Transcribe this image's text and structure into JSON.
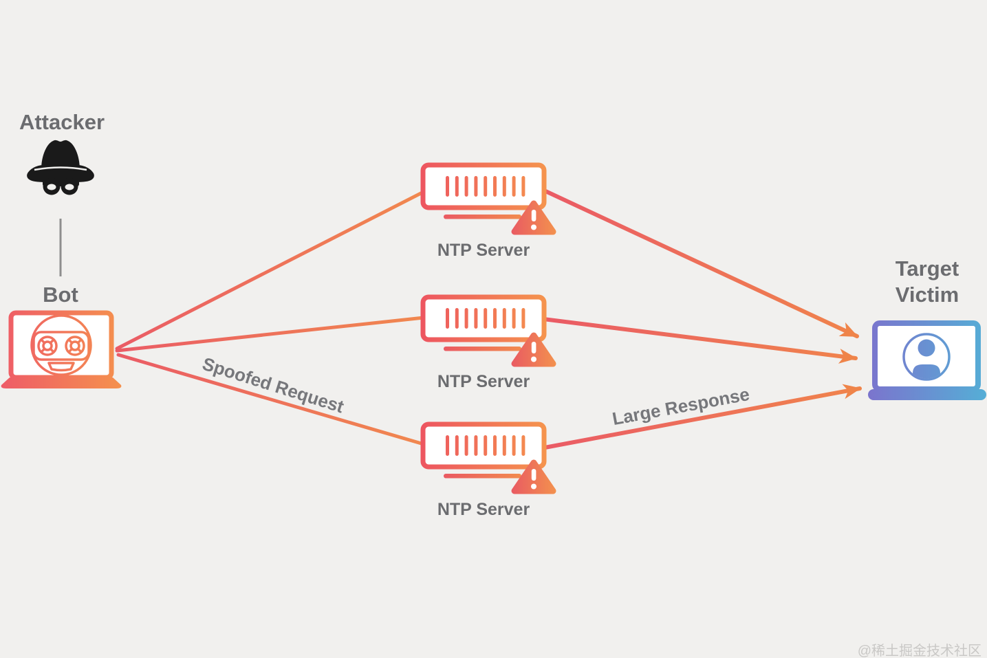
{
  "diagram": {
    "title_domain": "NTP amplification DDoS attack diagram",
    "attacker": {
      "label": "Attacker"
    },
    "bot": {
      "label": "Bot"
    },
    "servers": [
      {
        "label": "NTP Server"
      },
      {
        "label": "NTP Server"
      },
      {
        "label": "NTP Server"
      }
    ],
    "target": {
      "label": "Target Victim"
    },
    "edges": {
      "request_label": "Spoofed Request",
      "response_label": "Large Response"
    },
    "watermark": "@稀土掘金技术社区",
    "colors": {
      "background": "#f1f0ee",
      "pink": "#ea5a66",
      "orange": "#f5924d",
      "arrow_orange": "#ef8449",
      "target_purple": "#7b74cd",
      "target_blue": "#55aed6",
      "text_gray": "#6b6c6f",
      "edge_text_gray": "#76777b",
      "icon_black": "#1a1a1a",
      "connector_gray": "#8e8e8e"
    }
  }
}
